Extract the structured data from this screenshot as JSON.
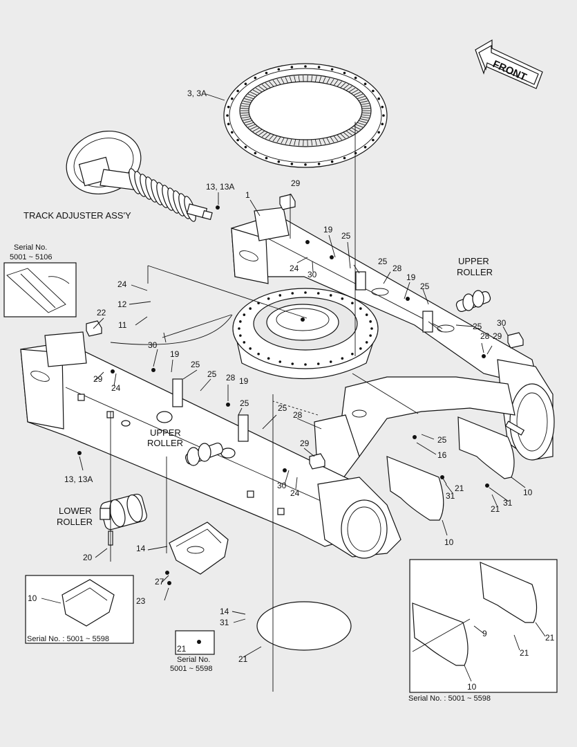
{
  "diagram": {
    "front_arrow": "FRONT",
    "assembly_labels": {
      "track_adjuster": "TRACK ADJUSTER ASS'Y",
      "upper_roller": [
        "UPPER",
        "ROLLER"
      ],
      "lower_roller": [
        "LOWER",
        "ROLLER"
      ]
    },
    "serial_notes": {
      "top_left": [
        "Serial No.",
        "5001 ~ 5106"
      ],
      "bracket_box": "Serial No. : 5001 ~ 5598",
      "bolt_box": [
        "Serial No.",
        "5001 ~ 5598"
      ],
      "cover_box": "Serial No. : 5001 ~ 5598"
    },
    "callouts": [
      "3, 3A",
      "13, 13A",
      "1",
      "29",
      "19",
      "25",
      "24",
      "30",
      "25",
      "28",
      "19",
      "25",
      "25",
      "28",
      "29",
      "30",
      "24",
      "12",
      "11",
      "22",
      "29",
      "24",
      "30",
      "19",
      "25",
      "25",
      "28",
      "19",
      "25",
      "25",
      "28",
      "13, 13A",
      "29",
      "30",
      "24",
      "25",
      "16",
      "21",
      "31",
      "21",
      "31",
      "10",
      "10",
      "20",
      "14",
      "27",
      "23",
      "14",
      "31",
      "21",
      "9",
      "21",
      "21",
      "21",
      "10",
      "10"
    ]
  }
}
